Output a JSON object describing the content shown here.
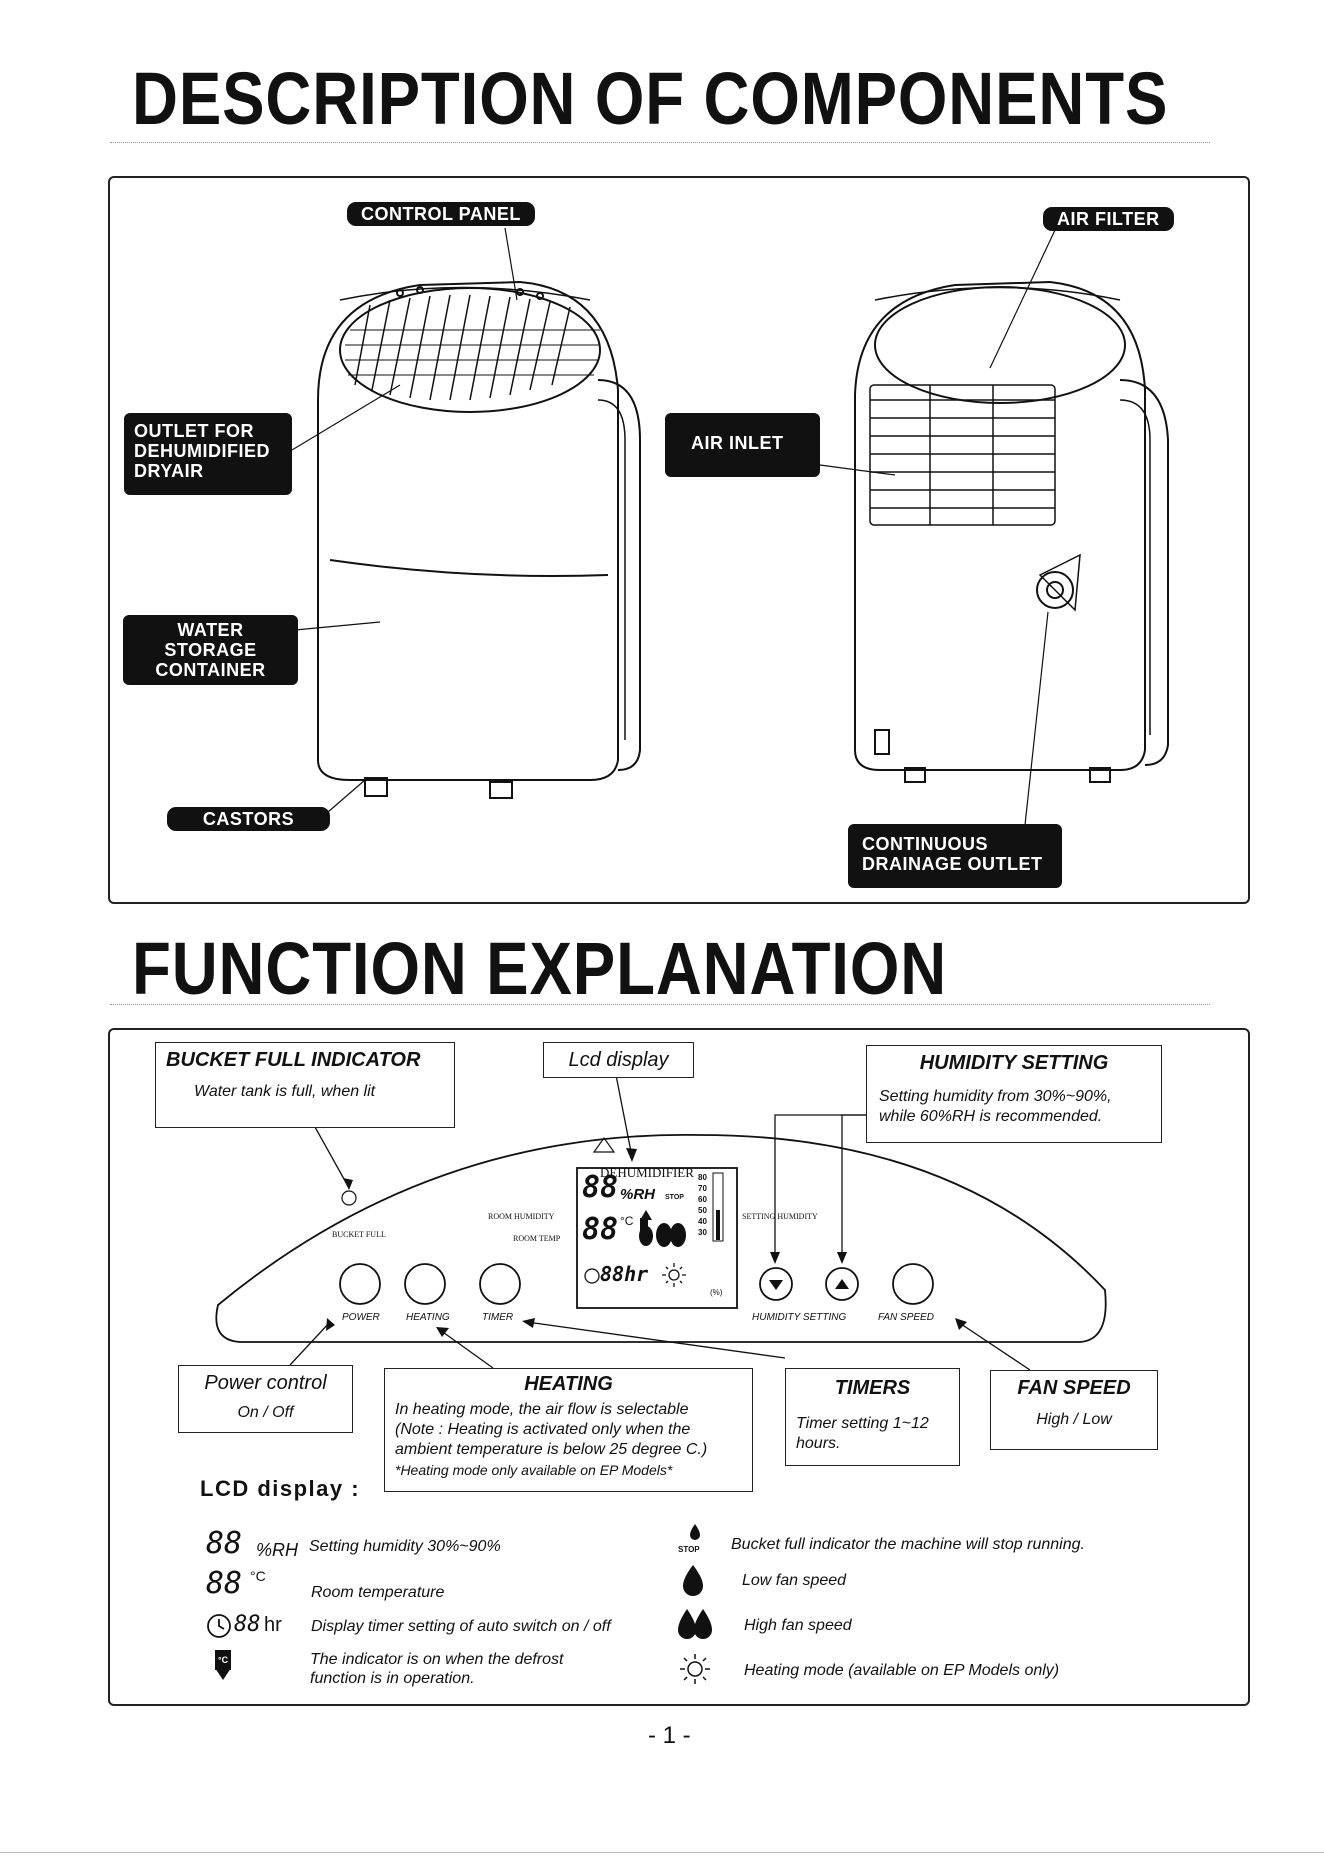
{
  "titles": {
    "components": "DESCRIPTION OF COMPONENTS",
    "functions": "FUNCTION EXPLANATION"
  },
  "components": {
    "control_panel": "CONTROL PANEL",
    "air_filter": "AIR FILTER",
    "outlet": [
      "OUTLET FOR",
      "DEHUMIDIFIED",
      "DRYAIR"
    ],
    "air_inlet": "AIR INLET",
    "water_storage": [
      "WATER",
      "STORAGE",
      "CONTAINER"
    ],
    "castors": "CASTORS",
    "drainage": [
      "CONTINUOUS",
      "DRAINAGE OUTLET"
    ]
  },
  "callouts": {
    "bucket": {
      "title": "BUCKET FULL INDICATOR",
      "desc": "Water tank is full, when lit"
    },
    "lcd": {
      "title": "Lcd display"
    },
    "humidity": {
      "title": "HUMIDITY SETTING",
      "desc": [
        "Setting humidity from 30%~90%,",
        "while 60%RH is recommended."
      ]
    },
    "power": {
      "title": "Power control",
      "desc": "On / Off"
    },
    "heating": {
      "title": "HEATING",
      "desc": [
        "In heating mode, the air flow is selectable",
        "(Note : Heating is activated only when the",
        "ambient temperature is below 25 degree C.)",
        "*Heating mode only available on EP Models*"
      ]
    },
    "timers": {
      "title": "TIMERS",
      "desc": [
        "Timer setting 1~12",
        "hours."
      ]
    },
    "fan": {
      "title": "FAN SPEED",
      "desc": "High / Low"
    }
  },
  "panel": {
    "brand": "DEHUMIDIFIER",
    "bucket_full": "BUCKET FULL",
    "room_humidity": "ROOM HUMIDITY",
    "room_temp": "ROOM TEMP",
    "setting_humidity": "SETTING HUMIDITY",
    "btn_power": "POWER",
    "btn_heating": "HEATING",
    "btn_timer": "TIMER",
    "btn_humidity": "HUMIDITY SETTING",
    "btn_fan": "FAN SPEED",
    "lcd_digits": "88",
    "lcd_rh": "%RH",
    "lcd_c": "°C",
    "lcd_hr": "88hr",
    "lcd_stop": "STOP",
    "lcd_pct": "(%)",
    "scale": [
      "80",
      "70",
      "60",
      "50",
      "40",
      "30"
    ]
  },
  "lcd_legend": {
    "heading": "LCD display :",
    "left": [
      {
        "sym": "88",
        "unit": "%RH",
        "text": "Setting humidity 30%~90%"
      },
      {
        "sym": "88",
        "unit": "°C",
        "text": "Room temperature"
      },
      {
        "sym": "88",
        "unit": "hr",
        "text": "Display timer setting of auto switch on / off"
      },
      {
        "text": [
          "The indicator is on when the defrost",
          "function is in operation."
        ]
      }
    ],
    "stop": "STOP",
    "right": [
      "Bucket full indicator the machine will stop running.",
      "Low fan speed",
      "High fan speed",
      "Heating mode (available on EP Models only)"
    ]
  },
  "page_number": "- 1 -"
}
